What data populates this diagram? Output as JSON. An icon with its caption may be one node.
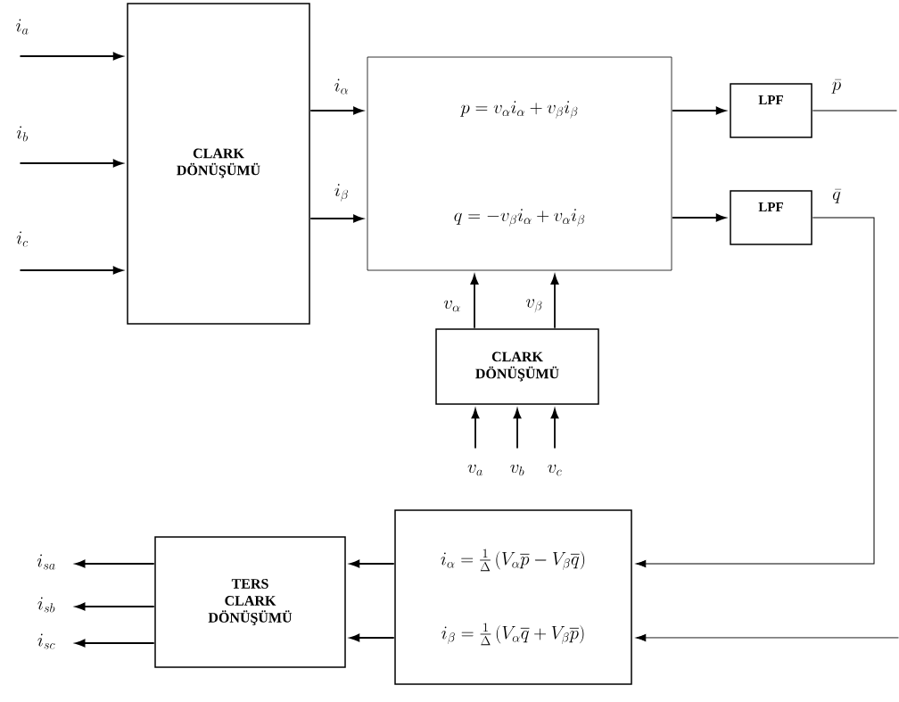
{
  "diagram": {
    "nodes": [
      {
        "text": [
          "CLARK DÖNÜŞÜMÜ"
        ]
      },
      {
        "text": [
          "p = v_{\\alpha} i_{\\alpha} + v_{\\beta} i_{\\beta}",
          "q = -v_{\\beta} i_{\\alpha} + v_{\\alpha} i_{\\beta}"
        ]
      },
      {
        "text": [
          "LPF"
        ]
      },
      {
        "text": [
          "LPF"
        ]
      },
      {
        "text": [
          "CLARK DÖNÜŞÜMÜ"
        ]
      },
      {
        "text": [
          "i_{\\alpha} = \\frac{1}{\\Delta}\\left(V_{\\alpha}\\overline{p} - V_{\\beta}\\overline{q}\\right)",
          "i_{\\beta} = \\frac{1}{\\Delta}\\left(V_{\\alpha}\\overline{q} + V_{\\beta}\\overline{p}\\right)"
        ]
      },
      {
        "text": [
          "TERS CLARK DÖNÜŞÜMÜ"
        ]
      }
    ],
    "edges": [
      {
        "from": null,
        "to": 0,
        "arrow": "to",
        "label": "i_a"
      },
      {
        "from": null,
        "to": 0,
        "arrow": "to",
        "label": "i_b"
      },
      {
        "from": null,
        "to": 0,
        "arrow": "to",
        "label": "i_c"
      },
      {
        "from": 0,
        "to": 1,
        "arrow": "to",
        "label": "i_{\\alpha}"
      },
      {
        "from": 0,
        "to": 1,
        "arrow": "to",
        "label": "i_{\\beta}"
      },
      {
        "from": 1,
        "to": 2,
        "arrow": "to"
      },
      {
        "from": 1,
        "to": 3,
        "arrow": "to"
      },
      {
        "from": 2,
        "to": null,
        "arrow": "none",
        "label": "\\bar{p}"
      },
      {
        "from": 3,
        "to": 5,
        "arrow": "to",
        "label": "\\bar{q}"
      },
      {
        "from": null,
        "to": 5,
        "arrow": "to"
      },
      {
        "from": 4,
        "to": 1,
        "arrow": "to",
        "label": "v_{\\alpha}"
      },
      {
        "from": 4,
        "to": 1,
        "arrow": "to",
        "label": "v_{\\beta}"
      },
      {
        "from": null,
        "to": 4,
        "arrow": "to",
        "label": "v_a"
      },
      {
        "from": null,
        "to": 4,
        "arrow": "to",
        "label": "v_b"
      },
      {
        "from": null,
        "to": 4,
        "arrow": "to",
        "label": "v_c"
      },
      {
        "from": 5,
        "to": 6,
        "arrow": "to"
      },
      {
        "from": 5,
        "to": 6,
        "arrow": "to"
      },
      {
        "from": 6,
        "to": null,
        "arrow": "to",
        "label": "i_{sa}"
      },
      {
        "from": 6,
        "to": null,
        "arrow": "to",
        "label": "i_{sb}"
      },
      {
        "from": 6,
        "to": null,
        "arrow": "to",
        "label": "i_{sc}"
      }
    ]
  }
}
